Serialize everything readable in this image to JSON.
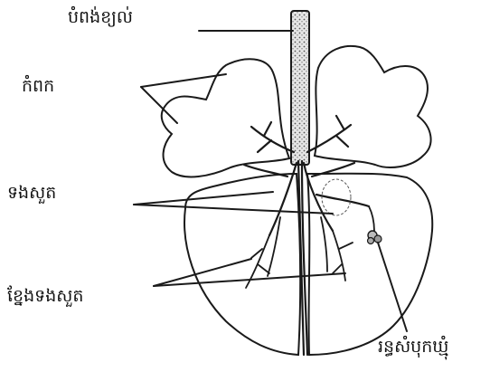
{
  "labels": {
    "trachea": "បំពង់ខ្យល់",
    "lung_lobe": "កំពក",
    "bronchus": "ទងសួត",
    "bronchiole": "ខ្នែងទងសួត",
    "alveoli": "រន្ធសំបុកឃ្មុំ"
  },
  "colors": {
    "ink": "#1a1a1a",
    "trachea_fill": "#d9d9d9"
  }
}
